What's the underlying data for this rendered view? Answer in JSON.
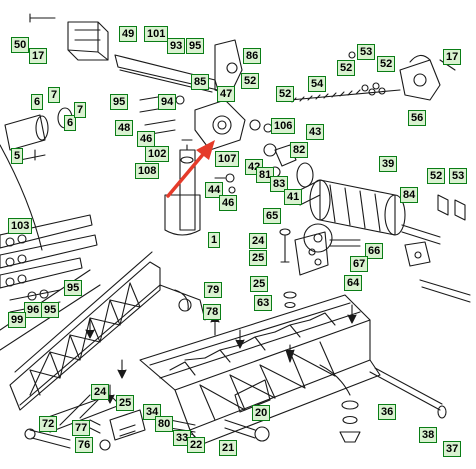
{
  "diagram": {
    "colors": {
      "label_bg": "#d9f2d0",
      "label_border": "#0a7d16",
      "arrow": "#e53b2a",
      "line": "#1a1a1a"
    },
    "labels": {
      "n50": "50",
      "n17a": "17",
      "n49": "49",
      "n101": "101",
      "n93": "93",
      "n95a": "95",
      "n86": "86",
      "n6a": "6",
      "n7a": "7",
      "n6b": "6",
      "n7b": "7",
      "n5": "5",
      "n95b": "95",
      "n94": "94",
      "n85": "85",
      "n47": "47",
      "n52a": "52",
      "n54": "54",
      "n52b": "52",
      "n53": "53",
      "n52c": "52",
      "n17b": "17",
      "n52d": "52",
      "n48": "48",
      "n46a": "46",
      "n106": "106",
      "n43": "43",
      "n56": "56",
      "n102": "102",
      "n107": "107",
      "n82": "82",
      "n108": "108",
      "n42": "42",
      "n81": "81",
      "n83": "83",
      "n39": "39",
      "n44": "44",
      "n46b": "46",
      "n41": "41",
      "n84": "84",
      "n52e": "52",
      "n53b": "53",
      "n65": "65",
      "n103": "103",
      "n24a": "24",
      "n25a": "25",
      "n66": "66",
      "n67": "67",
      "n1": "1",
      "n95c": "95",
      "n25b": "25",
      "n64": "64",
      "n79": "79",
      "n63": "63",
      "n96": "96",
      "n95d": "95",
      "n78": "78",
      "n99": "99",
      "n24b": "24",
      "n25c": "25",
      "n34": "34",
      "n20": "20",
      "n36": "36",
      "n72": "72",
      "n77": "77",
      "n80": "80",
      "n76": "76",
      "n33": "33",
      "n22": "22",
      "n21": "21",
      "n38": "38",
      "n37": "37"
    }
  }
}
